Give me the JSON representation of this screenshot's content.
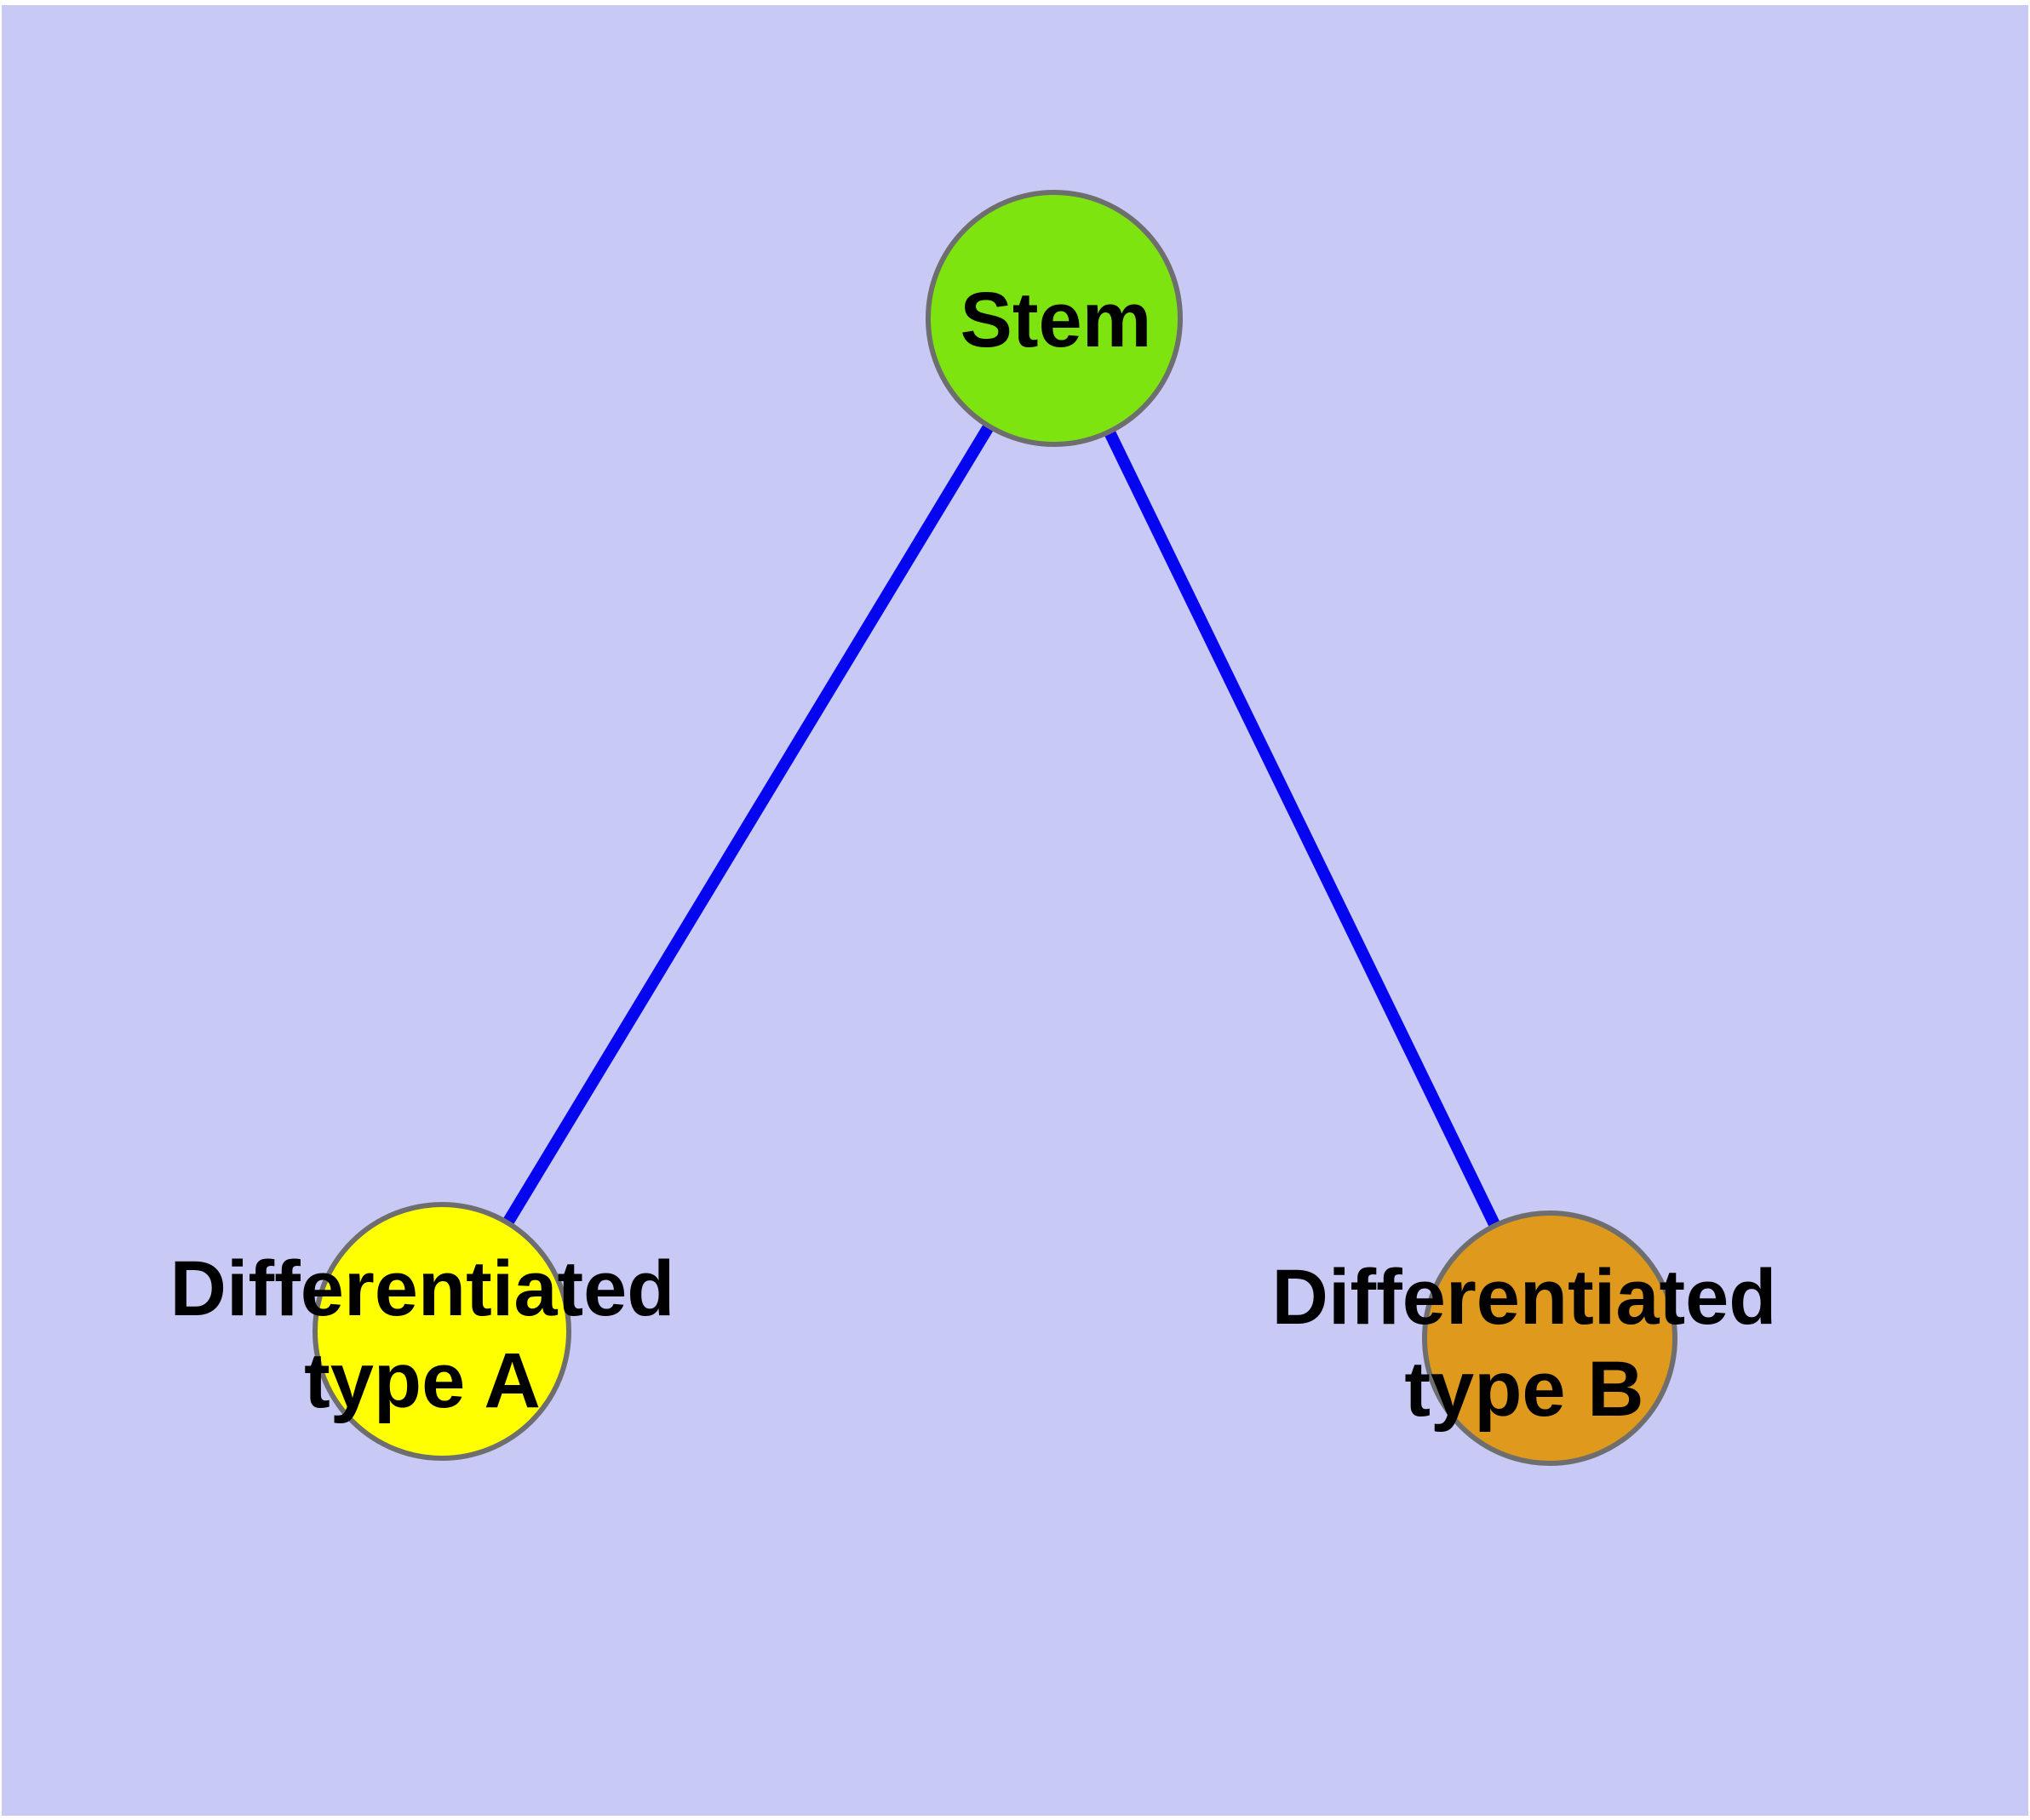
{
  "page": {
    "background_color": "#ffffff",
    "plot_background_color": "#c9c9f6"
  },
  "style": {
    "node_border_color": "#6e6e6e",
    "edge_color": "#0505f0",
    "label_color": "#000000"
  },
  "graph": {
    "nodes": [
      {
        "id": "stem",
        "label": "Stem",
        "lines": [
          "Stem"
        ],
        "fill_color": "#7de410"
      },
      {
        "id": "differentiated-type-a",
        "label": "Differentiated type A",
        "lines": [
          "Differentiated",
          "type A"
        ],
        "fill_color": "#ffff00"
      },
      {
        "id": "differentiated-type-b",
        "label": "Differentiated type B",
        "lines": [
          "Differentiated",
          "type B"
        ],
        "fill_color": "#df9a1e"
      }
    ],
    "edges": [
      {
        "from": "Stem",
        "to": "Differentiated type A"
      },
      {
        "from": "Stem",
        "to": "Differentiated type B"
      }
    ]
  }
}
